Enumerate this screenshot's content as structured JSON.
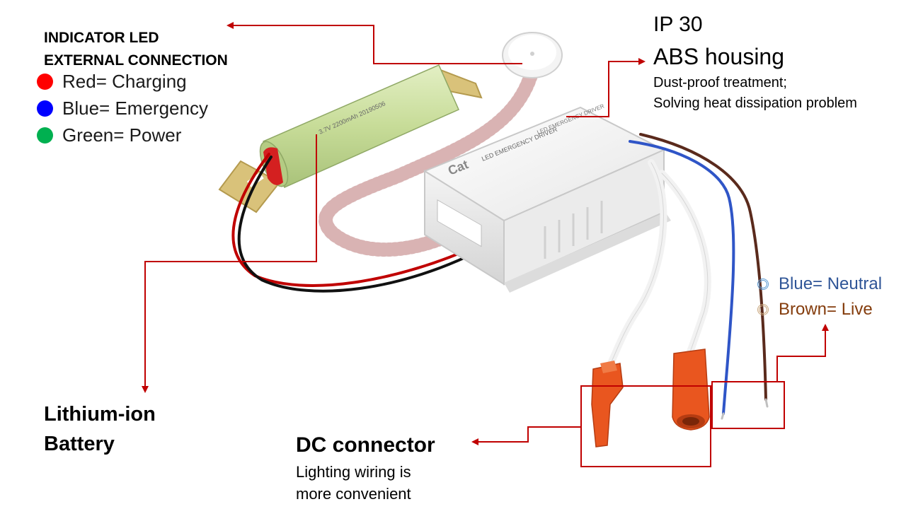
{
  "indicator": {
    "title_line1": "INDICATOR LED",
    "title_line2": "EXTERNAL CONNECTION",
    "items": [
      {
        "label": "Red= Charging",
        "color": "#ff0000"
      },
      {
        "label": "Blue= Emergency",
        "color": "#0000ff"
      },
      {
        "label": "Green= Power",
        "color": "#00b050"
      }
    ]
  },
  "housing": {
    "rating": "IP 30",
    "title": "ABS housing",
    "desc_line1": "Dust-proof treatment;",
    "desc_line2": "Solving heat dissipation problem"
  },
  "battery": {
    "line1": "Lithium-ion",
    "line2": "Battery",
    "cell_print1": "3.7V 2200mAh 20190506"
  },
  "dc": {
    "title": "DC connector",
    "desc_line1": "Lighting wiring is",
    "desc_line2": "more convenient"
  },
  "wires": [
    {
      "label": "Blue= Neutral",
      "color": "#2f5597"
    },
    {
      "label": "Brown= Live",
      "color": "#843c0c"
    }
  ],
  "driver": {
    "brand": "Cat",
    "top_label": "LED EMERGENCY DRIVER",
    "front_label": "LED EMERGENCY DRIVER"
  },
  "colors": {
    "callout": "#c00000",
    "housing": "#f2f2f2"
  }
}
